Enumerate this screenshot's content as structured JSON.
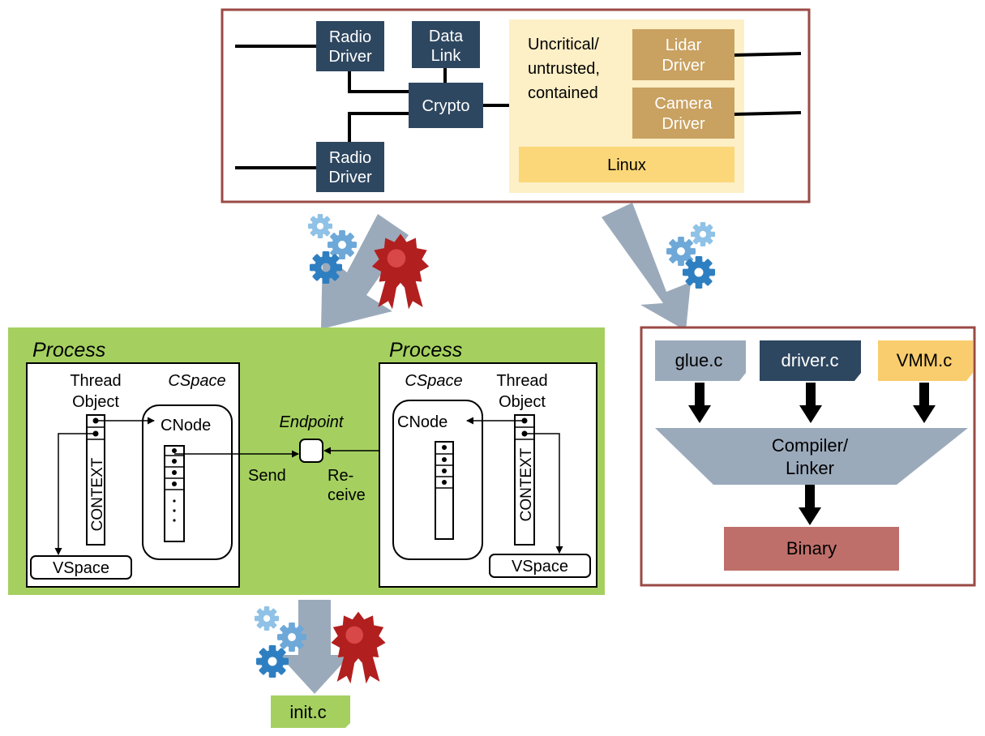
{
  "architecture": {
    "radio_driver_top": [
      "Radio",
      "Driver"
    ],
    "data_link": [
      "Data",
      "Link"
    ],
    "crypto": "Crypto",
    "radio_driver_bottom": [
      "Radio",
      "Driver"
    ],
    "untrusted_label": [
      "Uncritical/",
      "untrusted,",
      "contained"
    ],
    "lidar_driver": [
      "Lidar",
      "Driver"
    ],
    "camera_driver": [
      "Camera",
      "Driver"
    ],
    "linux": "Linux"
  },
  "kernel": {
    "left_process_title": "Process",
    "right_process_title": "Process",
    "thread_object": [
      "Thread",
      "Object"
    ],
    "cspace": "CSpace",
    "cnode": "CNode",
    "context": "CONTEXT",
    "vspace": "VSpace",
    "endpoint": "Endpoint",
    "send": "Send",
    "receive": [
      "Re-",
      "ceive"
    ]
  },
  "build": {
    "files": [
      "glue.c",
      "driver.c",
      "VMM.c"
    ],
    "compiler": [
      "Compiler/",
      "Linker"
    ],
    "binary": "Binary"
  },
  "output": {
    "init_file": "init.c"
  },
  "colors": {
    "navy": "#2e4760",
    "tan": "#c9a160",
    "light_tan": "#fdefc6",
    "linux": "#fbd779",
    "green": "#a5d060",
    "grey_blue": "#9baabb",
    "binary": "#bf6f6a",
    "border": "#9a4a44",
    "vmm": "#f9cd6e",
    "gear_dark": "#2e7fc1",
    "gear_light": "#8fc2e6",
    "seal": "#b21f1f"
  }
}
